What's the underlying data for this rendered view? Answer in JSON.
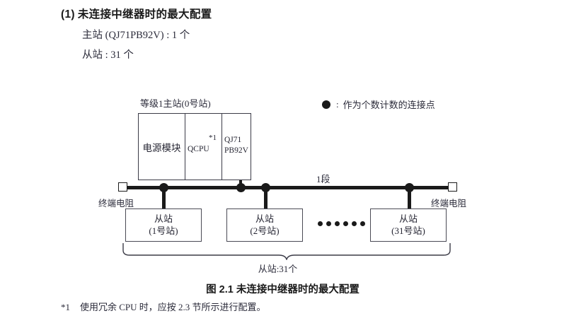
{
  "heading": {
    "index": "(1)",
    "title": "未连接中继器时的最大配置"
  },
  "spec": {
    "master": "主站 (QJ71PB92V) : 1 个",
    "slave": "从站 : 31 个"
  },
  "diagram": {
    "rack_title": "等级1主站(0号站)",
    "rack": {
      "power_module": "电源模块",
      "cpu": "QCPU",
      "cpu_note": "*1",
      "network_card_line1": "QJ71",
      "network_card_line2": "PB92V"
    },
    "terminator_left": "终端电阻",
    "terminator_right": "终端电阻",
    "segment_label": "1段",
    "slaves": [
      {
        "name": "从站",
        "station": "(1号站)"
      },
      {
        "name": "从站",
        "station": "(2号站)"
      },
      {
        "name": "从站",
        "station": "(31号站)"
      }
    ],
    "ellipsis_dot_count": 6,
    "legend": {
      "marker": "filled-circle-icon",
      "separator": ":",
      "text": "作为个数计数的连接点"
    },
    "brace_label": "从站:31个"
  },
  "figure_caption": "图 2.1  未连接中继器时的最大配置",
  "footnote": {
    "mark": "*1",
    "text": "使用冗余 CPU 时，应按 2.3 节所示进行配置。"
  },
  "colors": {
    "ink": "#231f20",
    "line": "#1a1a1a",
    "box_border": "#3b3b47",
    "text_blue_black": "#2b2b3a"
  }
}
